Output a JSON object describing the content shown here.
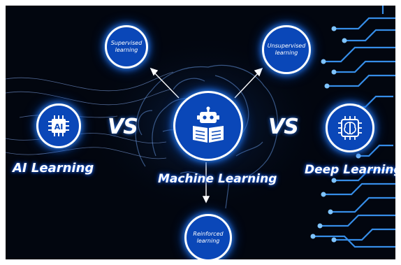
{
  "diagram": {
    "center": {
      "label": "Machine Learning",
      "icon": "robot-reading-book-icon"
    },
    "left": {
      "label": "AI Learning",
      "badge": "AI",
      "icon": "ai-chip-icon"
    },
    "right": {
      "label": "Deep Learning",
      "icon": "brain-chip-icon"
    },
    "vs_left": "VS",
    "vs_right": "VS",
    "branches": [
      {
        "line1": "Supervised",
        "line2": "learning"
      },
      {
        "line1": "Unsupervised",
        "line2": "learning"
      },
      {
        "line1": "Reinforced",
        "line2": "learning"
      }
    ]
  },
  "colors": {
    "background": "#02060f",
    "node_fill": "#0a47b8",
    "glow": "#2f8cff",
    "circuit": "#3c9cff"
  }
}
